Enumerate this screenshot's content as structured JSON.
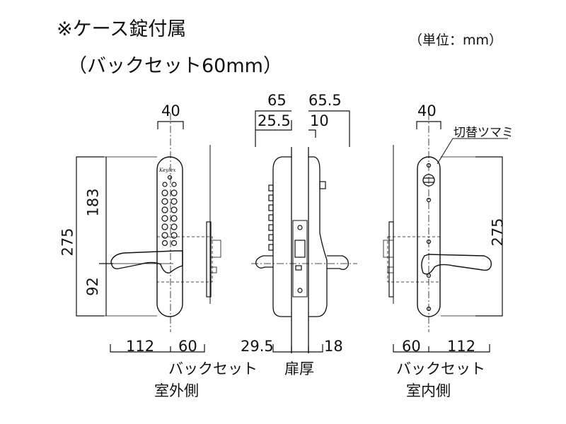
{
  "header": {
    "title_line1": "※ケース錠付属",
    "title_line2": "（バックセット60mm）",
    "unit": "（単位：mm）"
  },
  "outside_view": {
    "width_top": "40",
    "height_total": "275",
    "height_upper": "183",
    "height_lower": "92",
    "width_left": "112",
    "width_right": "60",
    "label_backset": "バックセット",
    "label_side": "室外側",
    "logo_text": "Keylex"
  },
  "side_view": {
    "dim_left_outer": "65",
    "dim_left_inner": "25.5",
    "dim_right_outer": "65.5",
    "dim_right_inner": "10",
    "dim_bottom_left": "29.5",
    "dim_bottom_right": "18",
    "label_door": "扉厚"
  },
  "inside_view": {
    "width_top": "40",
    "thumbturn_label": "切替ツマミ",
    "height_total": "275",
    "width_left": "60",
    "width_right": "112",
    "label_backset": "バックセット",
    "label_side": "室内側"
  }
}
